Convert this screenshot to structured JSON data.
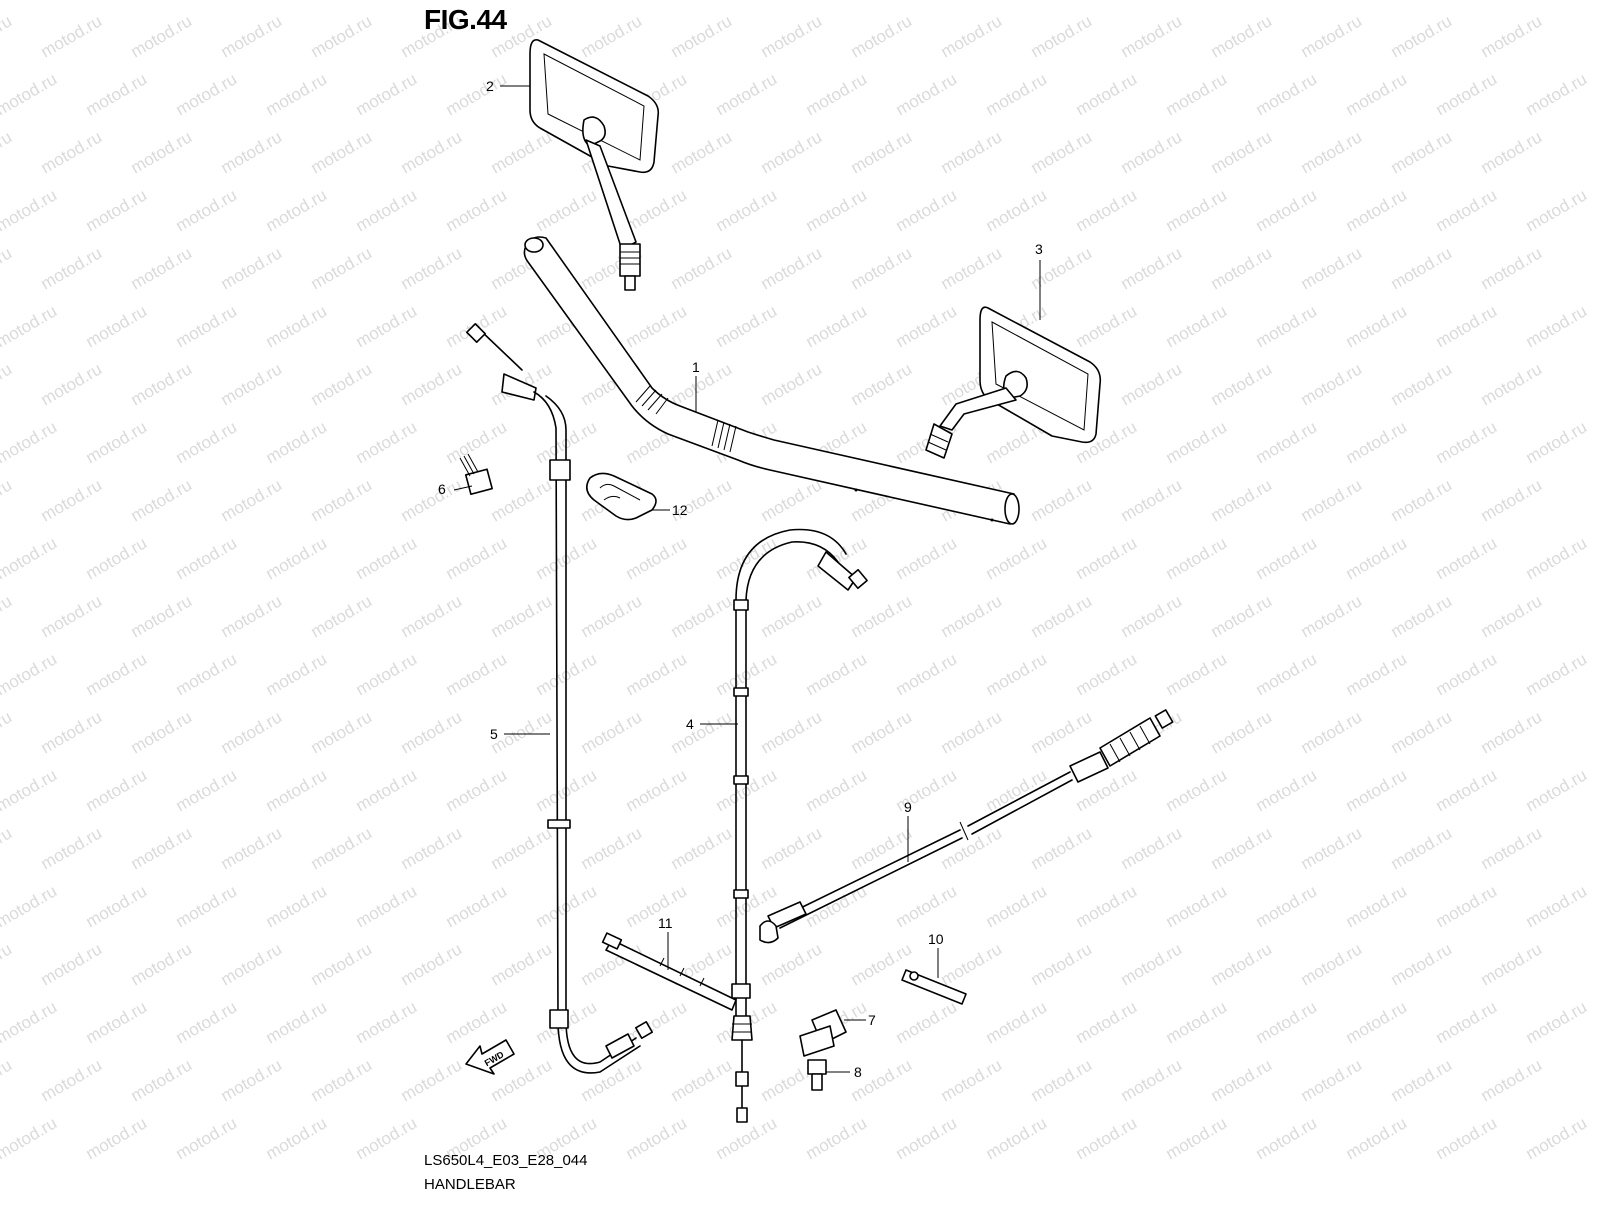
{
  "figure": {
    "title": "FIG.44",
    "code": "LS650L4_E03_E28_044",
    "name": "HANDLEBAR"
  },
  "watermark": "motod.ru",
  "fwd_label": "FWD",
  "callouts": [
    {
      "id": "1",
      "label": "1"
    },
    {
      "id": "2",
      "label": "2"
    },
    {
      "id": "3",
      "label": "3"
    },
    {
      "id": "4",
      "label": "4"
    },
    {
      "id": "5",
      "label": "5"
    },
    {
      "id": "6",
      "label": "6"
    },
    {
      "id": "7",
      "label": "7"
    },
    {
      "id": "8",
      "label": "8"
    },
    {
      "id": "9",
      "label": "9"
    },
    {
      "id": "10",
      "label": "10"
    },
    {
      "id": "11",
      "label": "11"
    },
    {
      "id": "12",
      "label": "12"
    }
  ]
}
